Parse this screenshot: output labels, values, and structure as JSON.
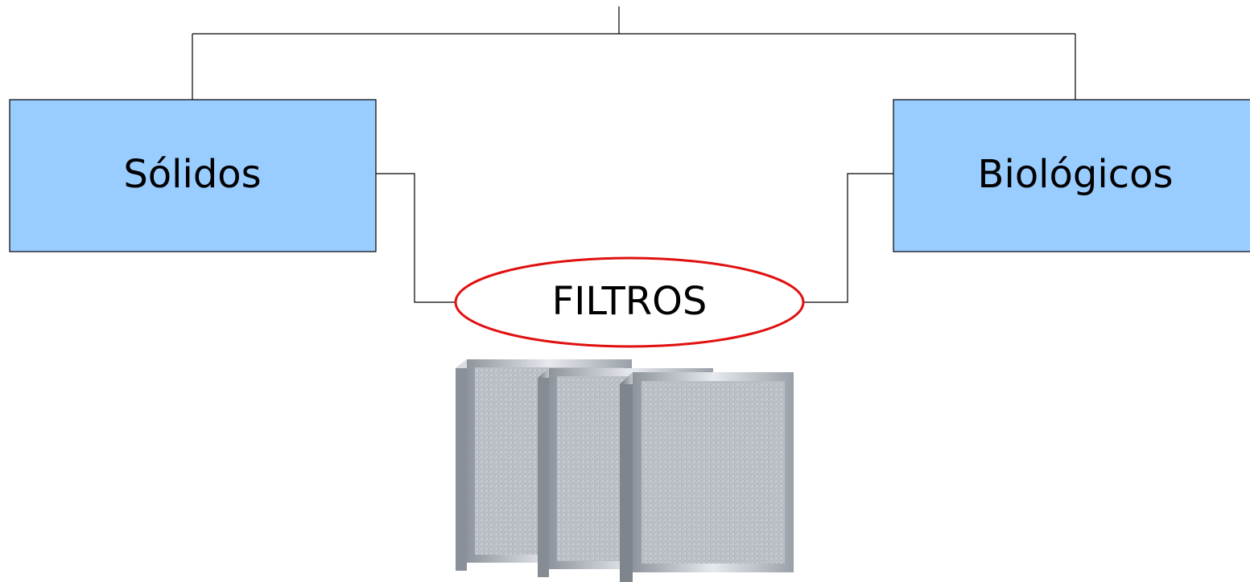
{
  "diagram": {
    "nodes": {
      "solidos": {
        "label": "Sólidos",
        "fill": "#99CCFF",
        "stroke": "#000000"
      },
      "biologicos": {
        "label": "Biológicos",
        "fill": "#99CCFF",
        "stroke": "#000000"
      },
      "filtros": {
        "label": "FILTROS",
        "fill": "#FFFFFF",
        "stroke": "#E01010"
      }
    },
    "connector_color": "#000000",
    "image": {
      "subject": "hepa-filter-panels",
      "count": 3
    }
  }
}
